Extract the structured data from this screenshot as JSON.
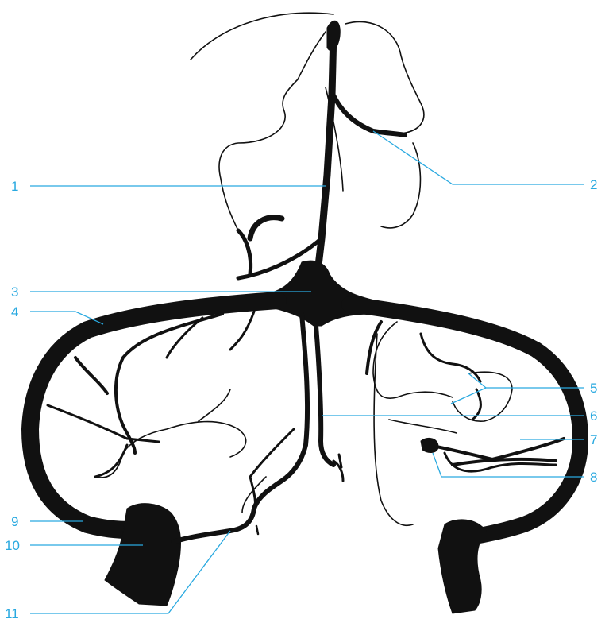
{
  "figure": {
    "labels": [
      {
        "id": "1",
        "text": "1"
      },
      {
        "id": "2",
        "text": "2"
      },
      {
        "id": "3",
        "text": "3"
      },
      {
        "id": "4",
        "text": "4"
      },
      {
        "id": "5",
        "text": "5"
      },
      {
        "id": "6",
        "text": "6"
      },
      {
        "id": "7",
        "text": "7"
      },
      {
        "id": "8",
        "text": "8"
      },
      {
        "id": "9",
        "text": "9"
      },
      {
        "id": "10",
        "text": "10"
      },
      {
        "id": "11",
        "text": "11"
      }
    ],
    "colors": {
      "vessel": "#111111",
      "label": "#29a9e0",
      "background": "#ffffff"
    }
  }
}
